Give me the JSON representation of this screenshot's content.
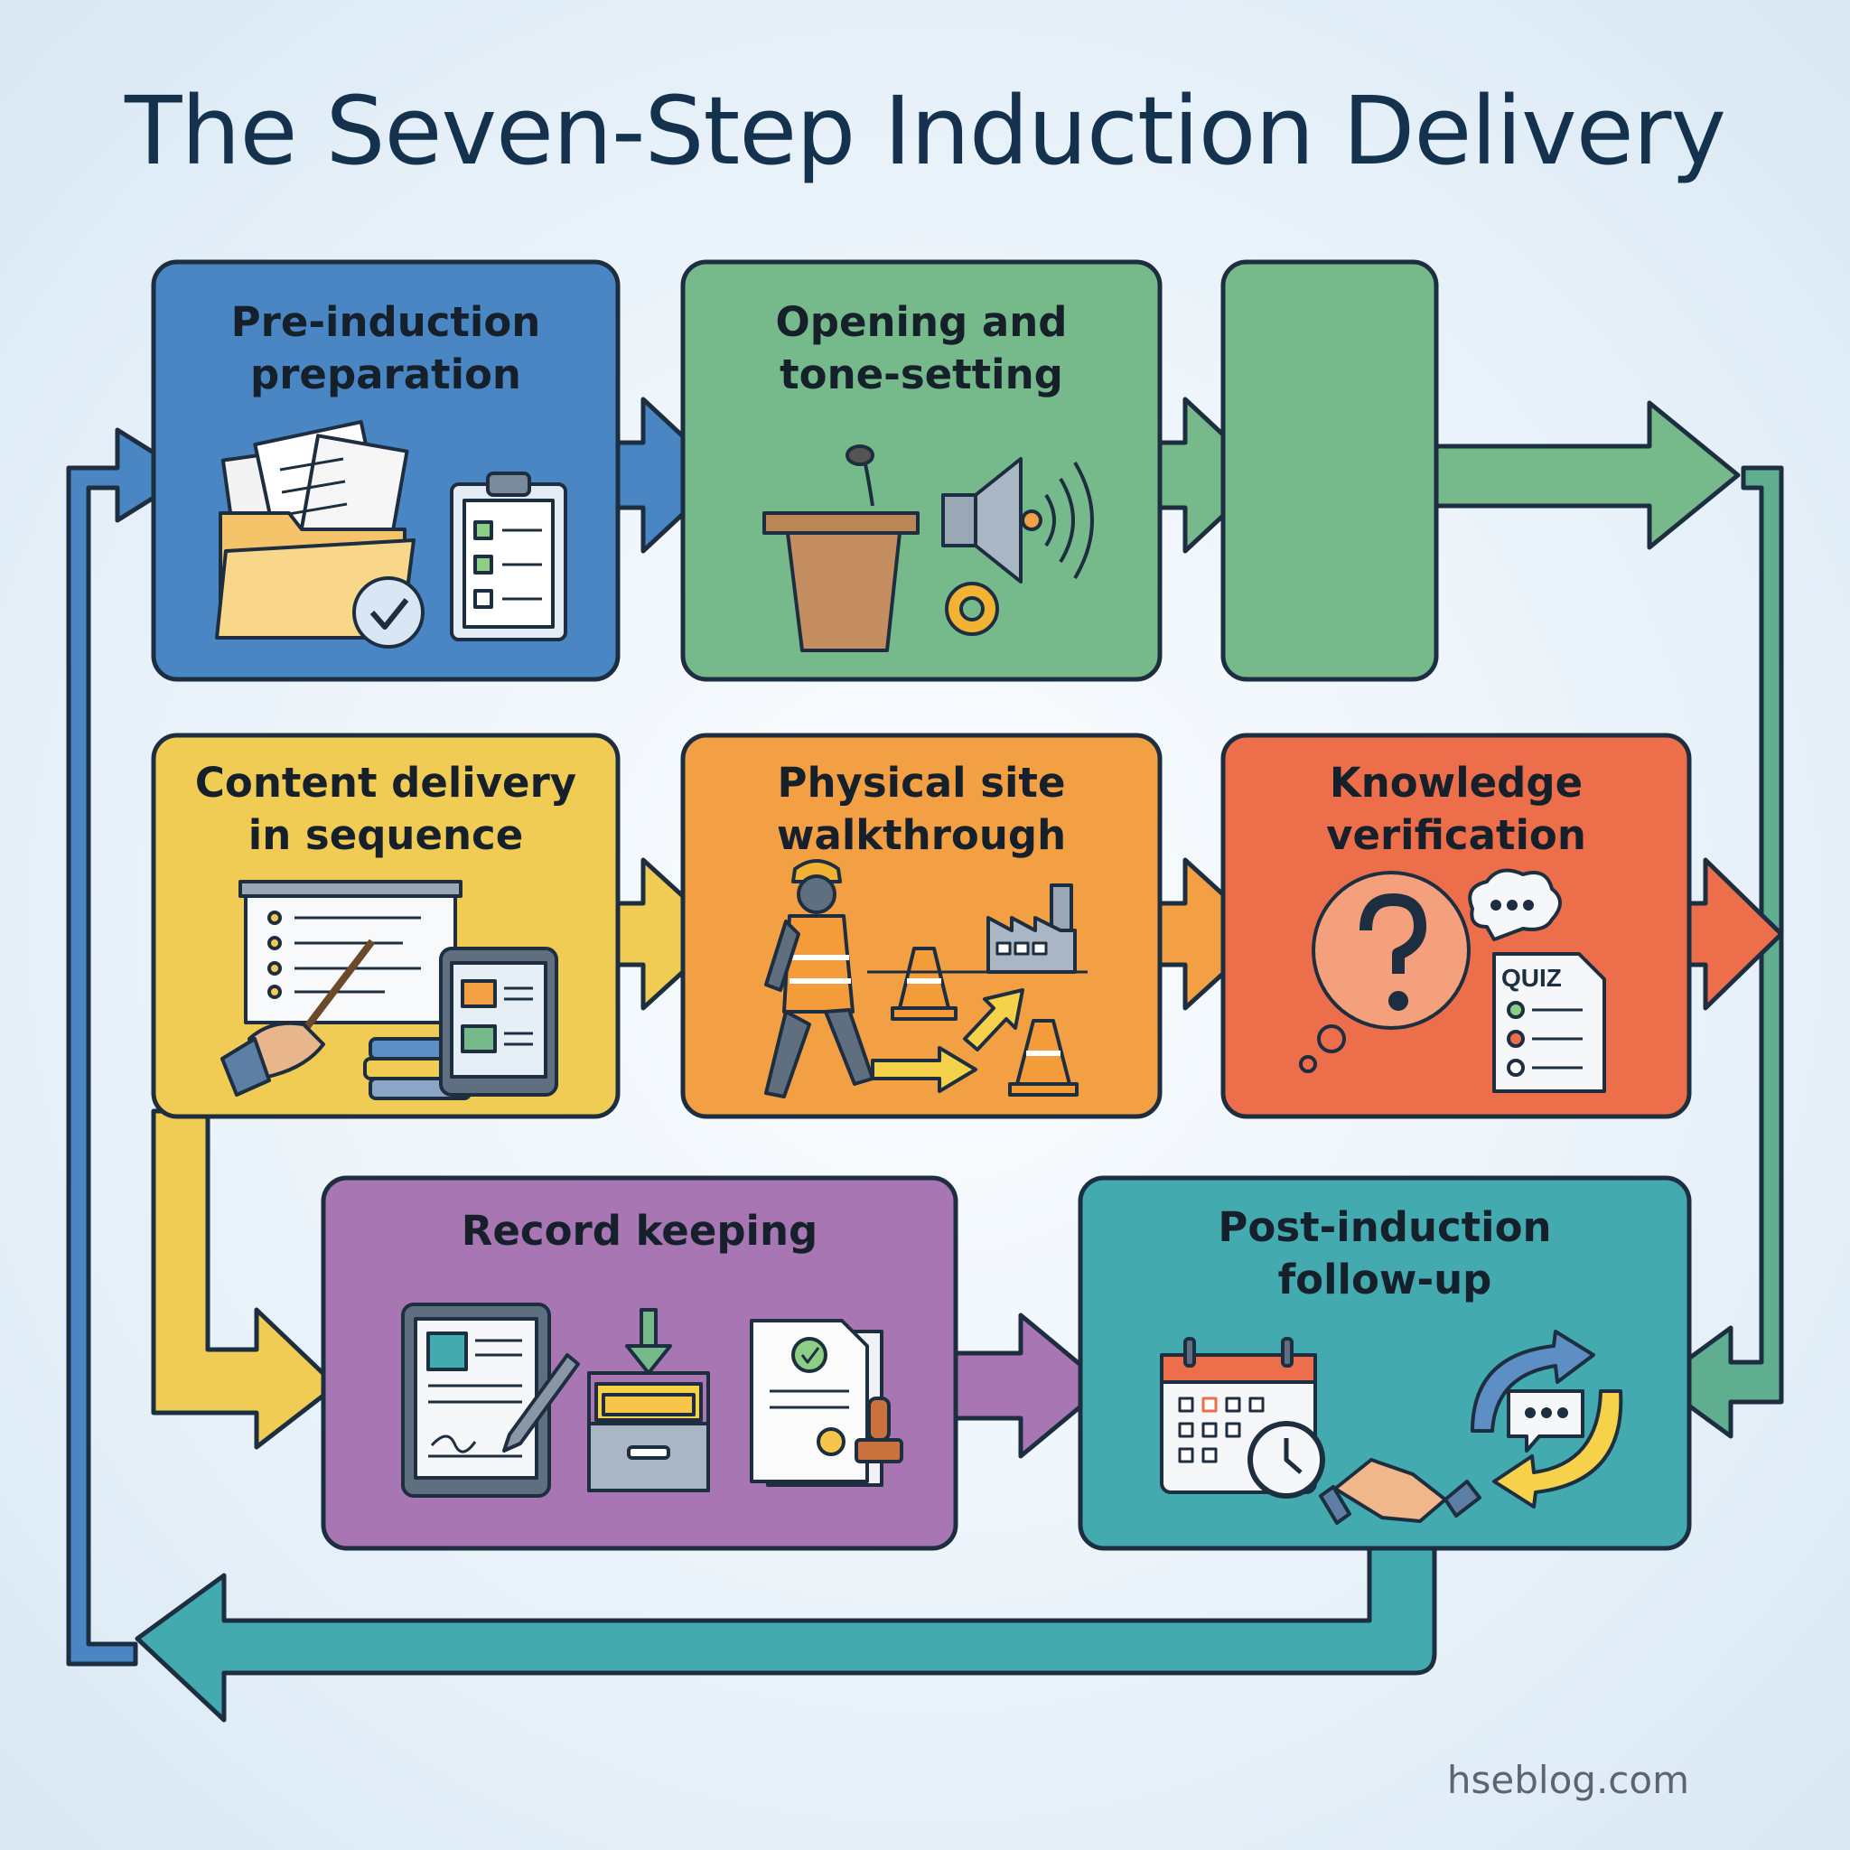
{
  "title": "The Seven-Step Induction Delivery",
  "steps": [
    {
      "label": "Pre-induction\npreparation",
      "color": "#4a86c4"
    },
    {
      "label": "Opening and\ntone-setting",
      "color": "#76ba8c"
    },
    {
      "label": "Content delivery\nin sequence",
      "color": "#f1cc55"
    },
    {
      "label": "Physical site\nwalkthrough",
      "color": "#f2a043"
    },
    {
      "label": "Knowledge\nverification",
      "color": "#ec6e4a"
    },
    {
      "label": "Record keeping",
      "color": "#a877b3"
    },
    {
      "label": "Post-induction\nfollow-up",
      "color": "#43aab0"
    }
  ],
  "icons": {
    "quiz_label": "QUIZ"
  },
  "credit": "hseblog.com",
  "colors": {
    "outline": "#1c2e40",
    "title": "#14324e",
    "blue": "#4a86c4",
    "green": "#76ba8c",
    "yellow": "#f1cc55",
    "orange": "#f2a043",
    "red": "#ec6e4a",
    "purple": "#a877b3",
    "teal": "#43aab0"
  }
}
